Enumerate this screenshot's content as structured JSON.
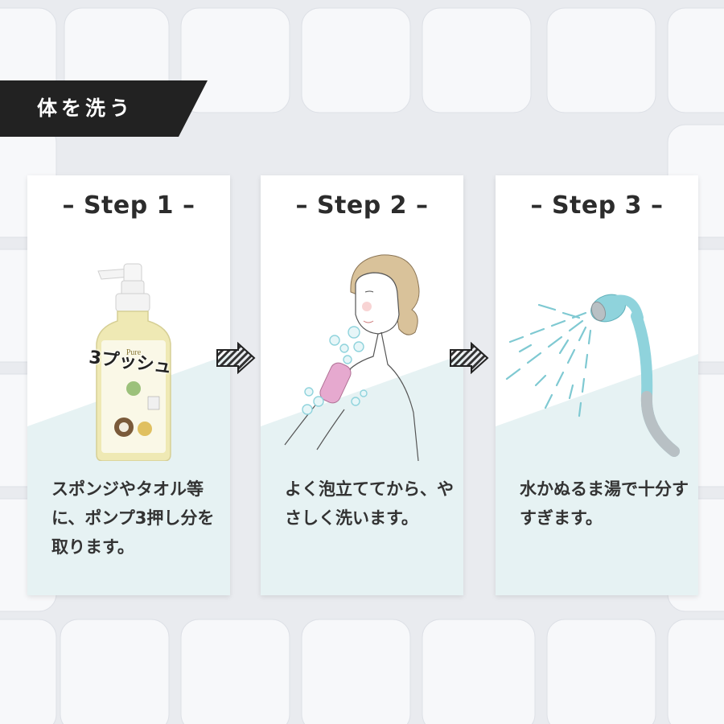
{
  "section_label": "体を洗う",
  "steps": [
    {
      "title": "– Step 1 –",
      "description": "スポンジやタオル等に、ポンプ3押し分を取ります。",
      "annotation": "3プッシュ",
      "icon": "pump-bottle-icon"
    },
    {
      "title": "– Step 2 –",
      "description": "よく泡立ててから、やさしく洗います。",
      "icon": "woman-washing-icon"
    },
    {
      "title": "– Step 3 –",
      "description": "水かぬるま湯で十分すすぎます。",
      "icon": "shower-head-icon"
    }
  ],
  "colors": {
    "banner": "#222222",
    "card_tint": "#e6f2f3",
    "shower": "#8fd3dc",
    "water": "#7fc9d2",
    "bottle_liquid": "#efe9b4"
  }
}
